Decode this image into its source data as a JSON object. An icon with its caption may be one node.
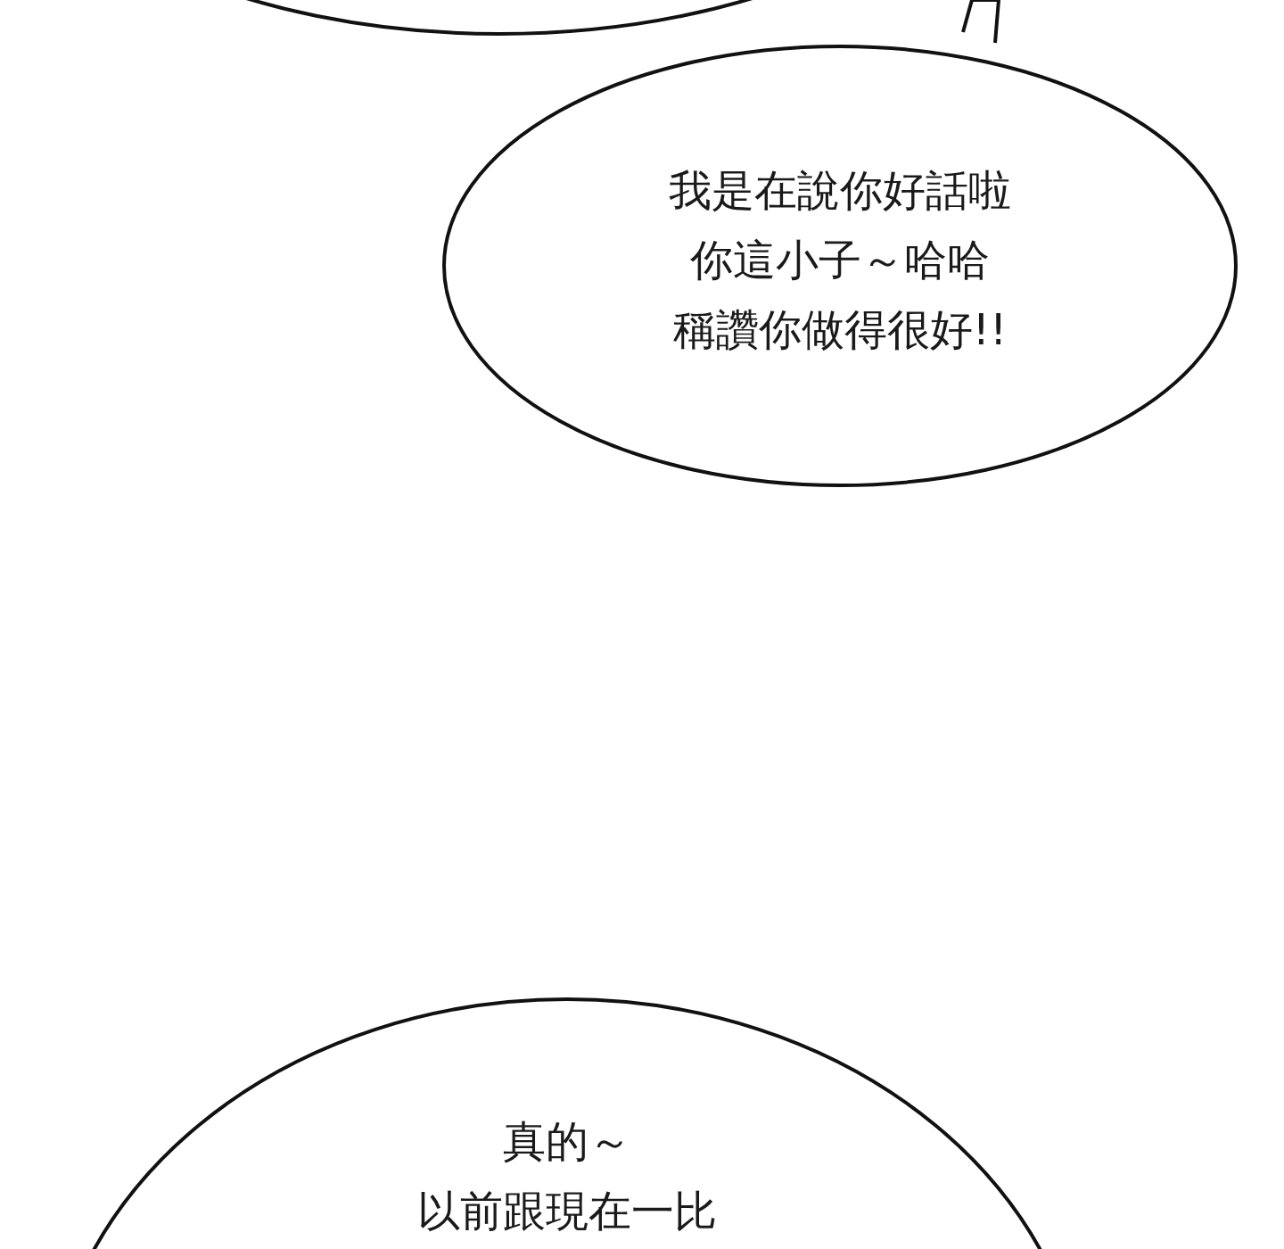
{
  "diagram": {
    "nodes": [
      {
        "text": [],
        "shape": "ellipse"
      },
      {
        "text": [
          "我是在說你好話啦你這小子～哈哈稱讚你做得很好!!"
        ]
      },
      {
        "text": [
          "真的～以前跟現在一比"
        ]
      }
    ]
  }
}
